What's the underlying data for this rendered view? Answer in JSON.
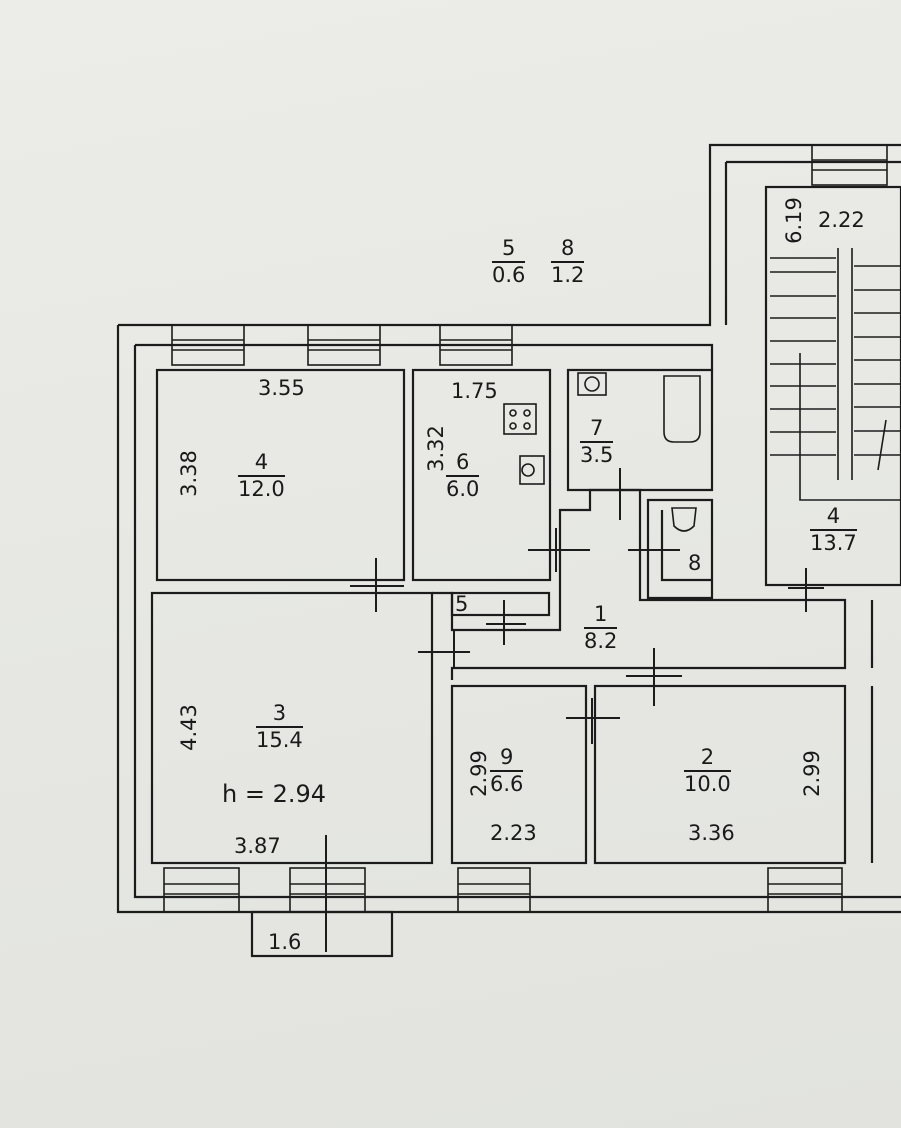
{
  "rooms": [
    {
      "id": "4",
      "area": "12.0"
    },
    {
      "id": "6",
      "area": "6.0"
    },
    {
      "id": "7",
      "area": "3.5"
    },
    {
      "id": "3",
      "area": "15.4"
    },
    {
      "id": "9",
      "area": "6.6"
    },
    {
      "id": "2",
      "area": "10.0"
    },
    {
      "id": "1",
      "area": "8.2"
    },
    {
      "id": "8",
      "area": ""
    },
    {
      "id": "5",
      "area": ""
    }
  ],
  "outside": [
    {
      "id": "5",
      "area": "0.6"
    },
    {
      "id": "8",
      "area": "1.2"
    }
  ],
  "stair": {
    "id": "4",
    "area": "13.7"
  },
  "dims": {
    "d355": "3.55",
    "d338": "3.38",
    "d175": "1.75",
    "d332": "3.32",
    "d443": "4.43",
    "d387": "3.87",
    "d16": "1.6",
    "d299a": "2.99",
    "d223": "2.23",
    "d336": "3.36",
    "d299b": "2.99",
    "d619": "6.19",
    "d222": "2.22"
  },
  "ceiling": "h  =  2.94"
}
